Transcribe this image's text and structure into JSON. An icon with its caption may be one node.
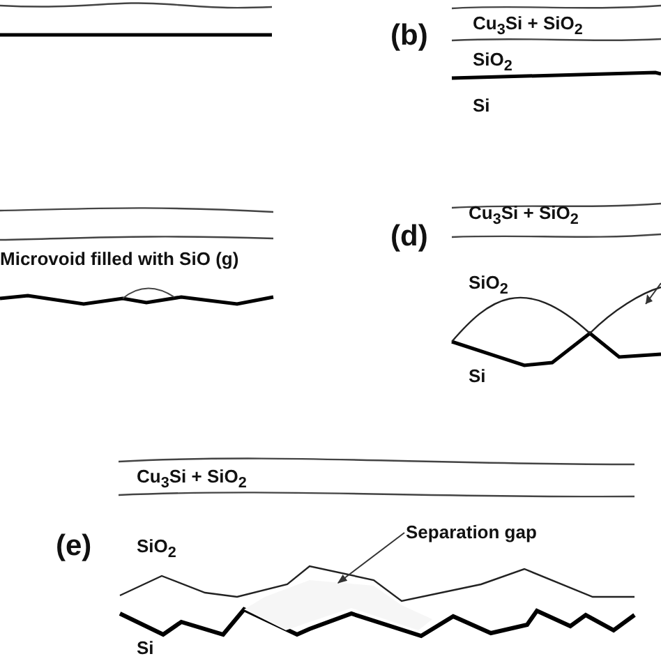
{
  "diagram": {
    "nodes": [
      {
        "text": [
          "Separation gap"
        ]
      },
      {
        "text": [],
        "shape": "region"
      }
    ],
    "edges": [
      {
        "from": 0,
        "to": 1,
        "arrow": "to"
      }
    ],
    "labels": [
      "(b)",
      "Cu$_{3}$Si + SiO$_{2}$",
      "SiO$_{2}$",
      "Si",
      "Microvoid filled with SiO (g)",
      "(d)",
      "Cu$_{3}$Si + SiO$_{2}$",
      "SiO$_{2}$",
      "Si",
      "(e)",
      "Cu$_{3}$Si + SiO$_{2}$",
      "SiO$_{2}$",
      "Si"
    ]
  }
}
